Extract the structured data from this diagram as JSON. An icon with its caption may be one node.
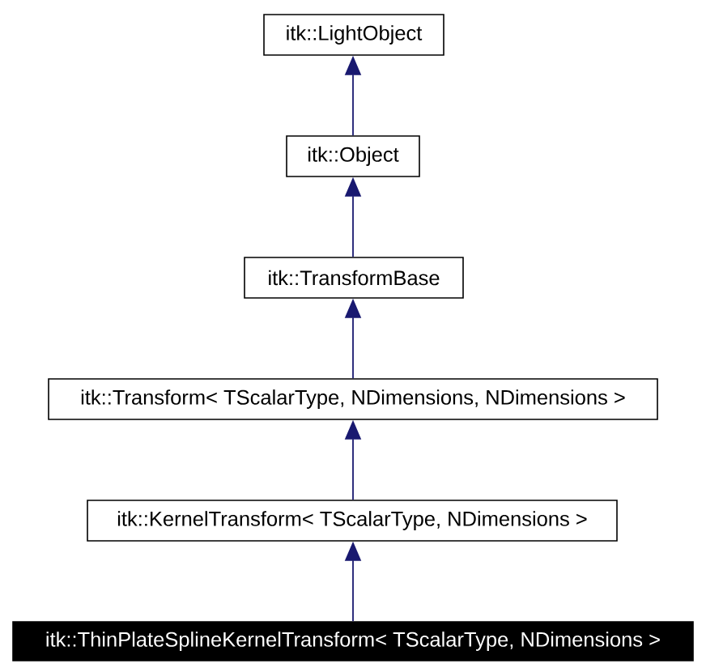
{
  "diagram": {
    "nodes": [
      {
        "text": [
          "itk::LightObject"
        ]
      },
      {
        "text": [
          "itk::Object"
        ]
      },
      {
        "text": [
          "itk::TransformBase"
        ]
      },
      {
        "text": [
          "itk::Transform< TScalarType, NDimensions, NDimensions >"
        ]
      },
      {
        "text": [
          "itk::KernelTransform< TScalarType, NDimensions >"
        ]
      },
      {
        "text": [
          "itk::ThinPlateSplineKernelTransform< TScalarType, NDimensions >"
        ]
      }
    ],
    "edges": [
      {
        "from": 1,
        "to": 0,
        "arrow": "to"
      },
      {
        "from": 2,
        "to": 1,
        "arrow": "to"
      },
      {
        "from": 3,
        "to": 2,
        "arrow": "to"
      },
      {
        "from": 4,
        "to": 3,
        "arrow": "to"
      },
      {
        "from": 5,
        "to": 4,
        "arrow": "to"
      }
    ]
  }
}
